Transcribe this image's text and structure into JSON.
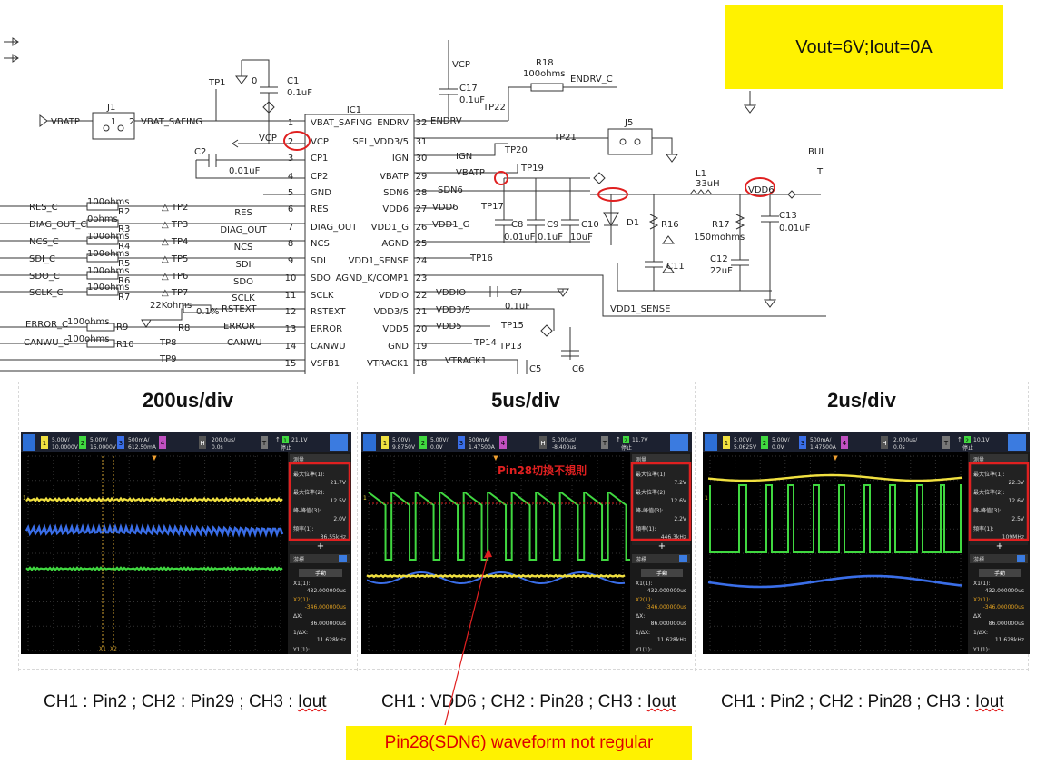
{
  "note": {
    "text": "Vout=6V;Iout=0A"
  },
  "schematic": {
    "ic_label": "IC1",
    "left_pins": [
      {
        "n": "1",
        "name": "VBAT_SAFING"
      },
      {
        "n": "2",
        "name": "VCP"
      },
      {
        "n": "3",
        "name": "CP1"
      },
      {
        "n": "4",
        "name": "CP2"
      },
      {
        "n": "5",
        "name": "GND"
      },
      {
        "n": "6",
        "name": "RES"
      },
      {
        "n": "7",
        "name": "DIAG_OUT"
      },
      {
        "n": "8",
        "name": "NCS"
      },
      {
        "n": "9",
        "name": "SDI"
      },
      {
        "n": "10",
        "name": "SDO"
      },
      {
        "n": "11",
        "name": "SCLK"
      },
      {
        "n": "12",
        "name": "RSTEXT"
      },
      {
        "n": "13",
        "name": "ERROR"
      },
      {
        "n": "14",
        "name": "CANWU"
      },
      {
        "n": "15",
        "name": "VSFB1"
      }
    ],
    "right_pins": [
      {
        "n": "32",
        "name": "ENDRV"
      },
      {
        "n": "31",
        "name": "SEL_VDD3/5"
      },
      {
        "n": "30",
        "name": "IGN"
      },
      {
        "n": "29",
        "name": "VBATP"
      },
      {
        "n": "28",
        "name": "SDN6"
      },
      {
        "n": "27",
        "name": "VDD6"
      },
      {
        "n": "26",
        "name": "VDD1_G"
      },
      {
        "n": "25",
        "name": "AGND"
      },
      {
        "n": "24",
        "name": "VDD1_SENSE"
      },
      {
        "n": "23",
        "name": "AGND_K/COMP1"
      },
      {
        "n": "22",
        "name": "VDDIO"
      },
      {
        "n": "21",
        "name": "VDD3/5"
      },
      {
        "n": "20",
        "name": "VDD5"
      },
      {
        "n": "19",
        "name": "GND"
      },
      {
        "n": "18",
        "name": "VTRACK1"
      }
    ],
    "left_nets": [
      {
        "net": "RES_C",
        "val": "100ohms",
        "res": "R2",
        "tp": "TP2",
        "lbl": "RES"
      },
      {
        "net": "DIAG_OUT_C",
        "val": "0ohms",
        "res": "R3",
        "tp": "TP3",
        "lbl": "DIAG_OUT"
      },
      {
        "net": "NCS_C",
        "val": "100ohms",
        "res": "R4",
        "tp": "TP4",
        "lbl": "NCS"
      },
      {
        "net": "SDI_C",
        "val": "100ohms",
        "res": "R5",
        "tp": "TP5",
        "lbl": "SDI"
      },
      {
        "net": "SDO_C",
        "val": "100ohms",
        "res": "R6",
        "tp": "TP6",
        "lbl": "SDO"
      },
      {
        "net": "SCLK_C",
        "val": "100ohms",
        "res": "R7",
        "tp": "TP7",
        "lbl": "SCLK"
      }
    ],
    "labels": {
      "vbatp": "VBATP",
      "vbat_safing": "VBAT_SAFING",
      "j1": "J1",
      "tp1": "TP1",
      "c1": "C1",
      "c1v": "0.1uF",
      "gnd0": "0",
      "vcp": "VCP",
      "c2": "C2",
      "c2v": "0.01uF",
      "r8": "R8",
      "r8v": "22Kohms",
      "r8t": "0.1%",
      "rstext": "RSTEXT",
      "error_c": "ERROR_C",
      "r9v": "100ohms",
      "r9": "R9",
      "error": "ERROR",
      "canwu_c": "CANWU_C",
      "r10v": "100ohms",
      "r10": "R10",
      "tp8": "TP8",
      "canwu": "CANWU",
      "tp9": "TP9",
      "vcp_top": "VCP",
      "c17": "C17",
      "c17v": "0.1uF",
      "r18": "R18",
      "r18v": "100ohms",
      "endrv_c": "ENDRV_C",
      "tp22": "TP22",
      "endrv": "ENDRV",
      "tp21": "TP21",
      "j5": "J5",
      "ign": "IGN",
      "tp20": "TP20",
      "vbatp_r": "VBATP",
      "tp19": "TP19",
      "sdn6": "SDN6",
      "l1": "L1",
      "l1v": "33uH",
      "vdd6_net": "VDD6",
      "vdd6": "VDD6",
      "tp17": "TP17",
      "vdd1_g": "VDD1_G",
      "c8": "C8",
      "c8v": "0.01uF",
      "c9": "C9",
      "c9v": "0.1uF",
      "c10": "C10",
      "c10v": "10uF",
      "d1": "D1",
      "r16": "R16",
      "r17": "R17",
      "r17v": "150mohms",
      "c13": "C13",
      "c13v": "0.01uF",
      "c11": "C11",
      "c12": "C12",
      "c12v": "22uF",
      "tp16": "TP16",
      "vddio": "VDDIO",
      "c7": "C7",
      "c7v": "0.1uF",
      "vdd35": "VDD3/5",
      "vdd1_sense": "VDD1_SENSE",
      "vdd5": "VDD5",
      "tp15": "TP15",
      "tp14": "TP14",
      "tp13": "TP13",
      "vtrack1": "VTRACK1",
      "c5": "C5",
      "c6": "C6",
      "bu": "BUI",
      "t": "T",
      "pin1": "1",
      "pin2": "2"
    }
  },
  "columns": [
    {
      "header": "200us/div",
      "caption": "CH1 : Pin2 ; CH2 : Pin29 ; CH3 : ",
      "caption_u": "Iout",
      "scope": {
        "ch1": "5.00V/",
        "ch1o": "10.0000V",
        "ch2": "5.00V/",
        "ch2o": "15.0000V",
        "ch3": "500mA/",
        "ch3o": "612.50mA",
        "hz": "200.0us/",
        "hzo": "0.0s",
        "trig_ch": "1",
        "trig": "21.1V",
        "state": "停止",
        "meas": [
          {
            "l": "最大位準(1):",
            "v": "21.7V"
          },
          {
            "l": "最大位準(2):",
            "v": "12.5V"
          },
          {
            "l": "峰-峰值(3):",
            "v": "2.0V"
          },
          {
            "l": "頻率(1):",
            "v": "36.55kHz"
          }
        ],
        "cursor": {
          "title": "游標",
          "mode": "手動",
          "x1l": "X1(1):",
          "x1": "-432.000000us",
          "x2l": "X2(1):",
          "x2": "-346.000000us",
          "dxl": "ΔX:",
          "dx": "86.000000us",
          "idxl": "1/ΔX:",
          "idx": "11.628kHz",
          "y1l": "Y1(1):"
        },
        "marker_x1": "X1",
        "marker_x2": "X2"
      }
    },
    {
      "header": "5us/div",
      "caption": "CH1 : VDD6 ; CH2 : Pin28 ; CH3 : ",
      "caption_u": "Iout",
      "scope": {
        "ch1": "5.00V/",
        "ch1o": "9.8750V",
        "ch2": "5.00V/",
        "ch2o": "0.0V",
        "ch3": "500mA/",
        "ch3o": "1.47500A",
        "hz": "5.000us/",
        "hzo": "-8.400us",
        "trig_ch": "2",
        "trig": "11.7V",
        "state": "停止",
        "meas": [
          {
            "l": "最大位準(1):",
            "v": "7.2V"
          },
          {
            "l": "最大位準(2):",
            "v": "12.6V"
          },
          {
            "l": "峰-峰值(3):",
            "v": "2.2V"
          },
          {
            "l": "頻率(1):",
            "v": "446.3kHz"
          }
        ],
        "cursor": {
          "title": "游標",
          "mode": "手動",
          "x1l": "X1(1):",
          "x1": "-432.000000us",
          "x2l": "X2(1):",
          "x2": "-346.000000us",
          "dxl": "ΔX:",
          "dx": "86.000000us",
          "idxl": "1/ΔX:",
          "idx": "11.628kHz",
          "y1l": "Y1(1):"
        },
        "annotation": "Pin28切換不規則"
      }
    },
    {
      "header": "2us/div",
      "caption": "CH1 : Pin2 ; CH2 : Pin28 ; CH3 : ",
      "caption_u": "Iout",
      "scope": {
        "ch1": "5.00V/",
        "ch1o": "5.0625V",
        "ch2": "5.00V/",
        "ch2o": "0.0V",
        "ch3": "500mA/",
        "ch3o": "1.47500A",
        "hz": "2.000us/",
        "hzo": "0.0s",
        "trig_ch": "2",
        "trig": "10.1V",
        "state": "停止",
        "meas": [
          {
            "l": "最大位準(1):",
            "v": "22.3V"
          },
          {
            "l": "最大位準(2):",
            "v": "12.6V"
          },
          {
            "l": "峰-峰值(3):",
            "v": "2.5V"
          },
          {
            "l": "頻率(1):",
            "v": "109MHz"
          }
        ],
        "cursor": {
          "title": "游標",
          "mode": "手動",
          "x1l": "X1(1):",
          "x1": "-432.000000us",
          "x2l": "X2(1):",
          "x2": "-346.000000us",
          "dxl": "ΔX:",
          "dx": "86.000000us",
          "idxl": "1/ΔX:",
          "idx": "11.628kHz",
          "y1l": "Y1(1):"
        }
      }
    }
  ],
  "annotation": {
    "text": "Pin28(SDN6)  waveform not regular"
  },
  "colors": {
    "ch1": "#f0e040",
    "ch2": "#40d840",
    "ch3": "#3a6ee8",
    "highlight": "#e02020",
    "note_bg": "#fff200"
  }
}
